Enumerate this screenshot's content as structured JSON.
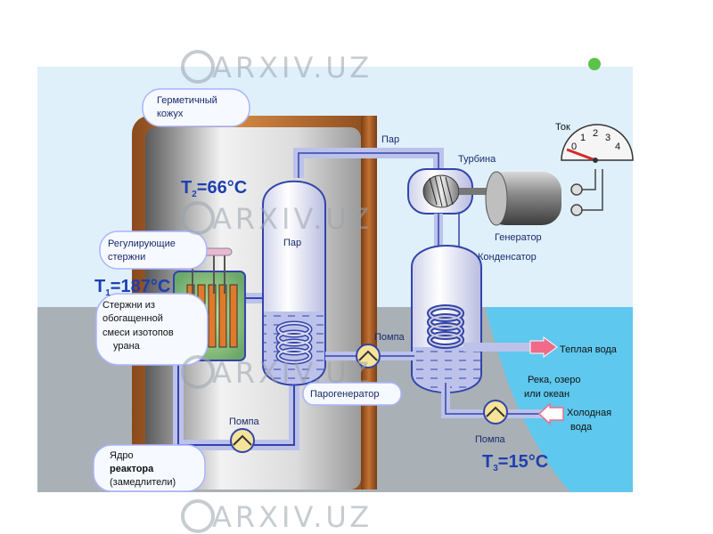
{
  "watermark": "ARXIV.UZ",
  "labels": {
    "containment": [
      "Герметичный",
      "кожух"
    ],
    "control_rods": [
      "Регулирующие",
      "стержни"
    ],
    "fuel_rods": [
      "Стержни из",
      "обогащенной",
      "смеси изотопов",
      "урана"
    ],
    "core": [
      "Ядро",
      "реактора",
      "(замедлители)"
    ],
    "steam_top": "Пар",
    "steam_inner": "Пар",
    "turbine": "Турбина",
    "generator": "Генератор",
    "condenser": "Конденсатор",
    "current": "Ток",
    "pump_1": "Помпа",
    "pump_2": "Помпа",
    "pump_3": "Помпа",
    "steam_generator": "Парогенератор",
    "warm_water": "Теплая вода",
    "water_body": [
      "Река, озеро",
      "или океан"
    ],
    "cold_water": [
      "Холодная",
      "вода"
    ]
  },
  "temperatures": {
    "t1": {
      "symbol": "T",
      "sub": "1",
      "value": "=187",
      "unit": "°C"
    },
    "t2": {
      "symbol": "T",
      "sub": "2",
      "value": "=66",
      "unit": "°C"
    },
    "t3": {
      "symbol": "T",
      "sub": "3",
      "value": "=15",
      "unit": "°C"
    }
  },
  "gauge": {
    "ticks": [
      "0",
      "1",
      "2",
      "3",
      "4"
    ]
  },
  "colors": {
    "water": "#5ec8ee",
    "pipe": "#3344aa",
    "containment_wall": "#b0642a",
    "hot_arrow": "#f06a8a",
    "core": "#8cc080"
  }
}
